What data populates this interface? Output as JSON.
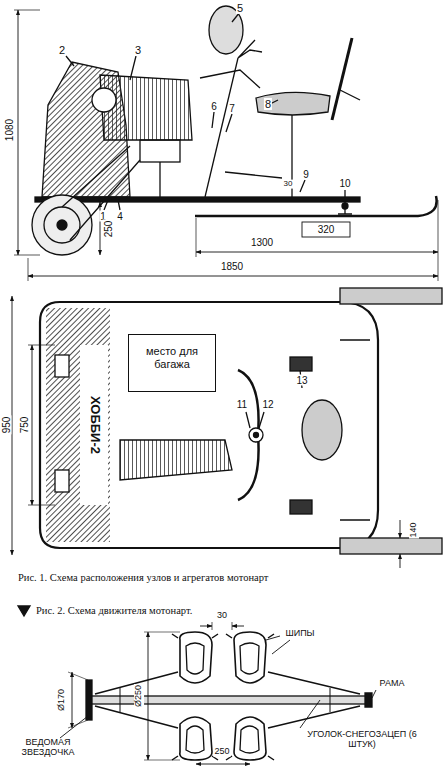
{
  "diagram": {
    "caption": "Рис. 1. Схема расположения узлов и агрегатов мотонарт",
    "nodes": [
      {
        "text": [
          "место для багажа"
        ]
      }
    ],
    "labels": [
      "5",
      "2",
      "3",
      "6",
      "7",
      "8",
      "9",
      "30",
      "10",
      "1",
      "4",
      "1080",
      "250",
      "1850",
      "1300",
      "320",
      "950",
      "750",
      "ХОББИ-2",
      "11",
      "12",
      "13",
      "140",
      "Рис. 2. Схема движителя мотонарт.",
      "30",
      "Ø250",
      "ШИПЫ",
      "РАМА",
      "Ø170",
      "ВЕДОМАЯ ЗВЕЗДОЧКА",
      "УГОЛОК-СНЕГОЗАЦЕП (6 ШТУК)",
      "250"
    ]
  }
}
